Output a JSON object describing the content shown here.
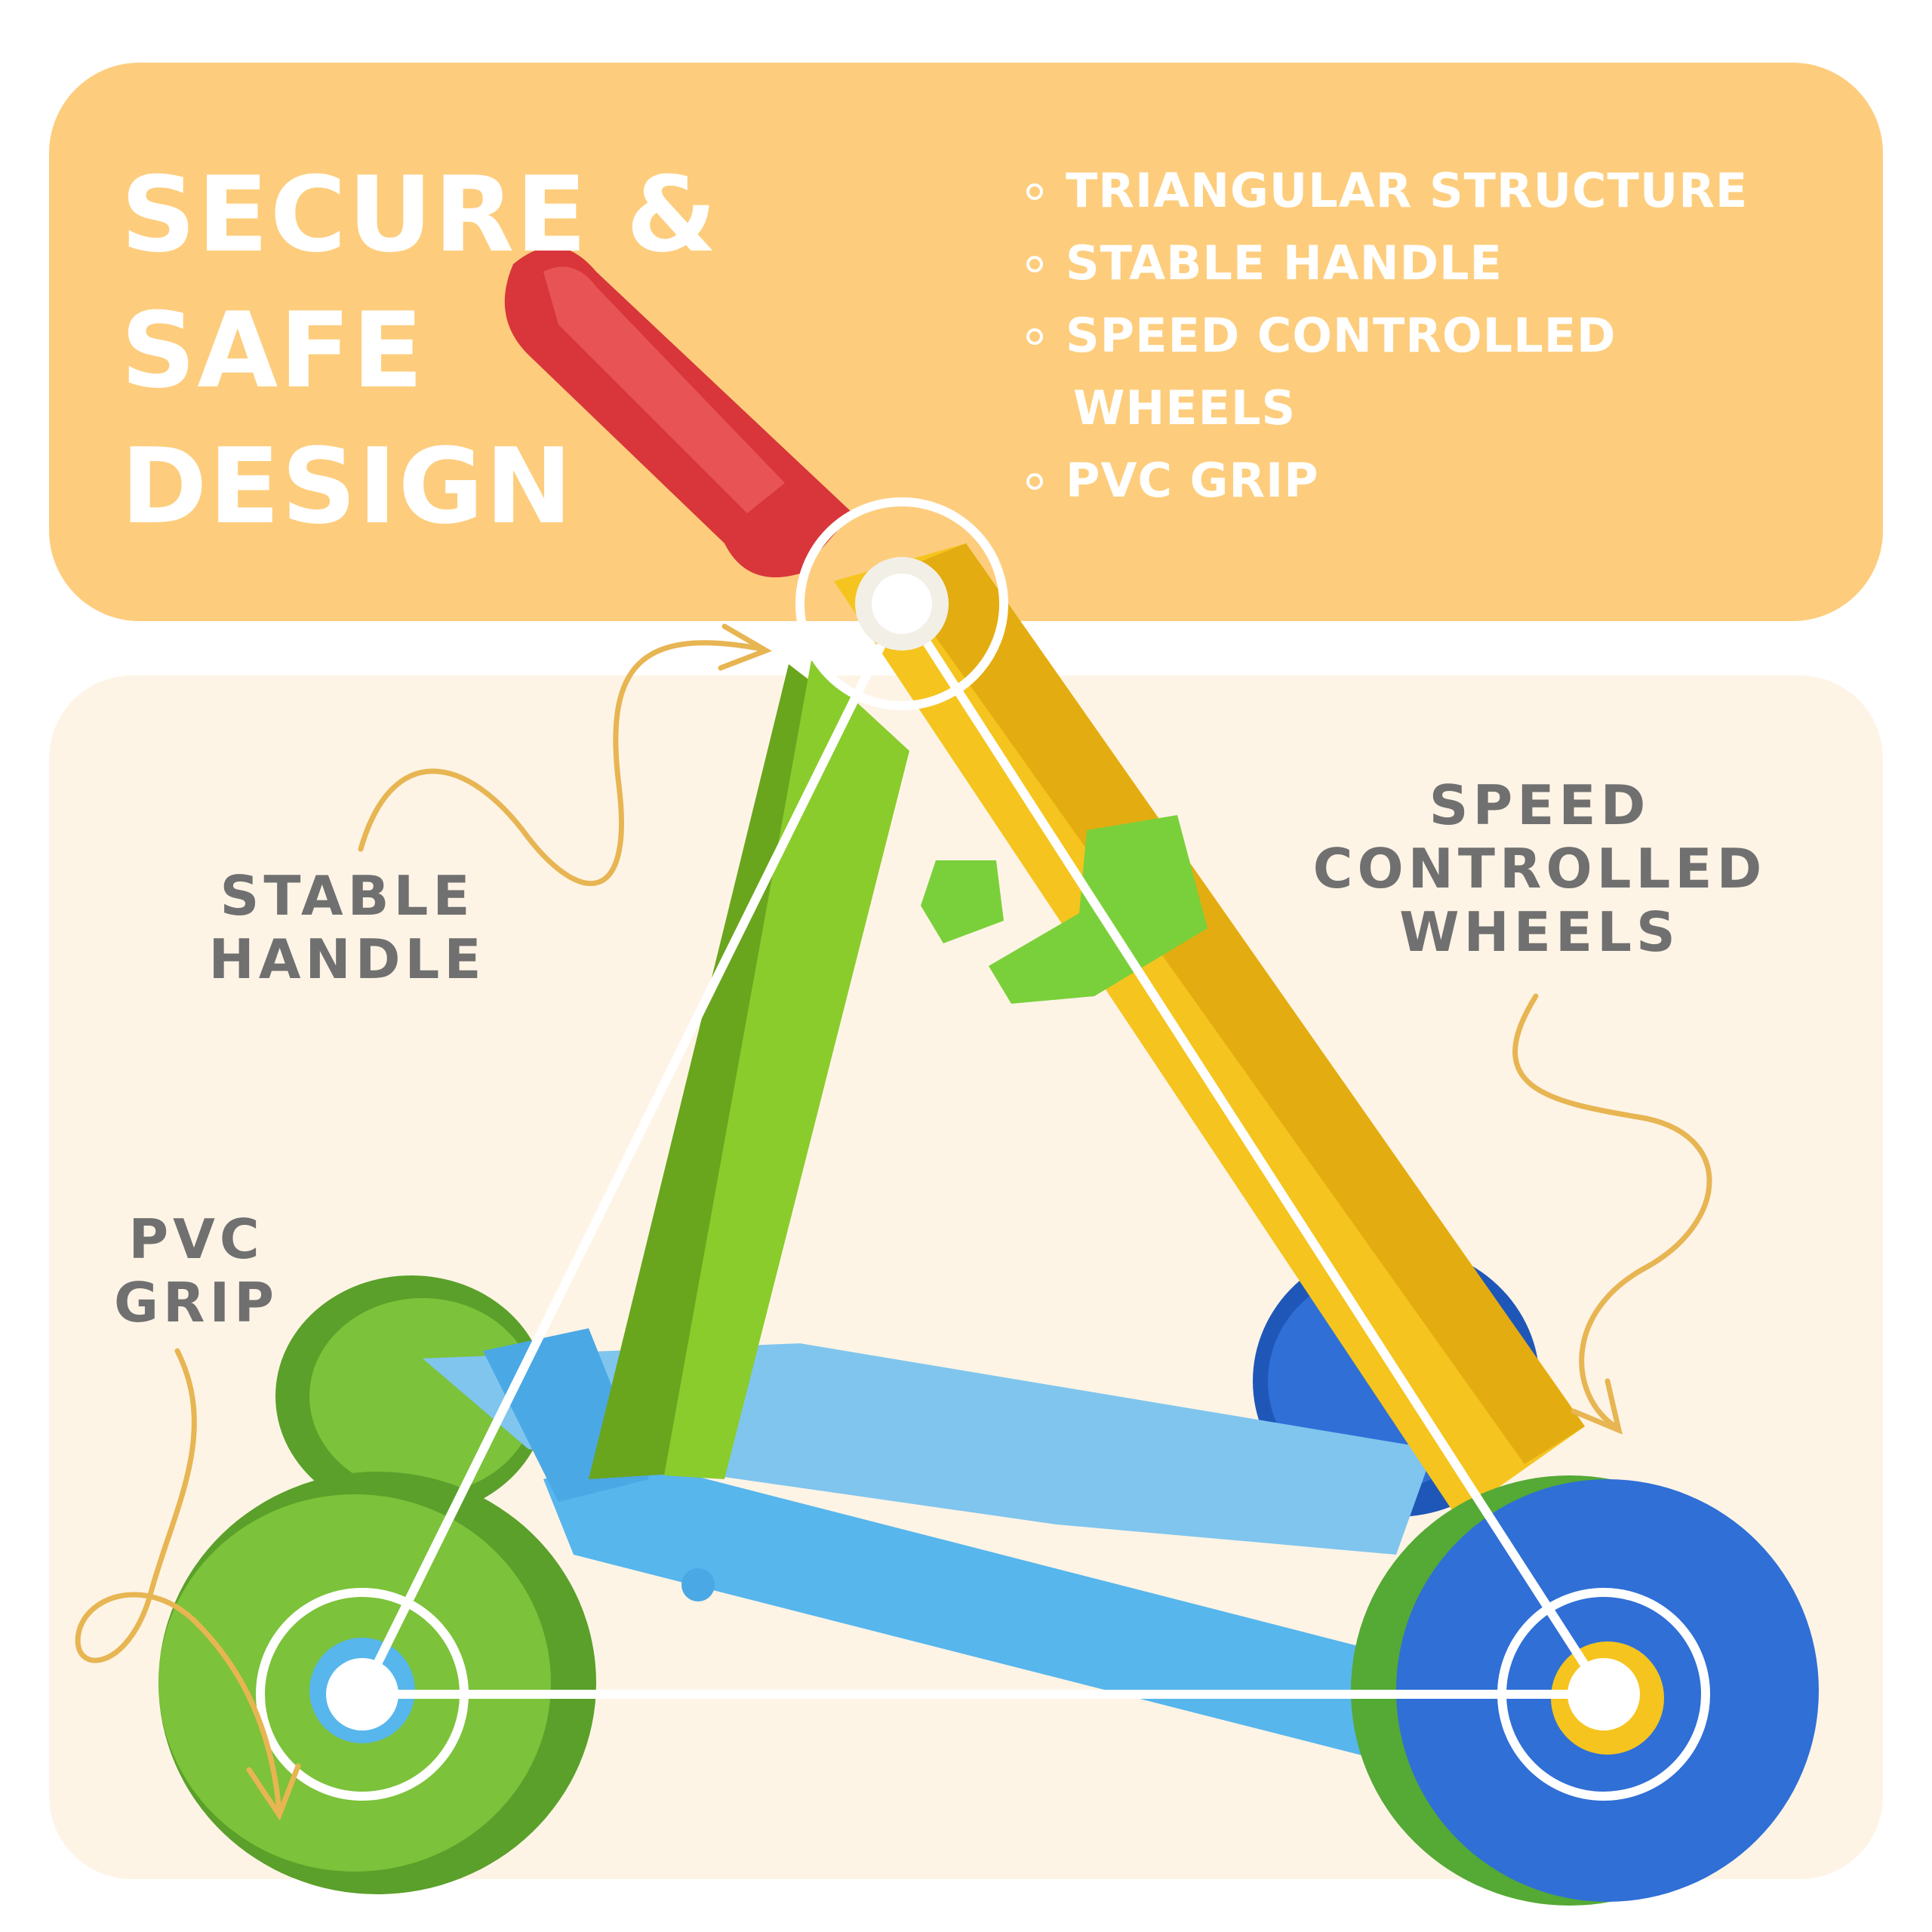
{
  "headline": {
    "line1": "SECURE &",
    "line2": "SAFE",
    "line3": "DESIGN"
  },
  "features": [
    "TRIANGULAR STRUCTURE",
    "STABLE HANDLE",
    "SPEED CONTROLLED",
    "WHEELS",
    "PVC GRIP"
  ],
  "callouts": {
    "stable_handle": {
      "line1": "STABLE",
      "line2": "HANDLE"
    },
    "speed_wheels": {
      "line1": "SPEED",
      "line2": "CONTROLLED",
      "line3": "WHEELS"
    },
    "pvc_grip": {
      "line1": "PVC",
      "line2": "GRIP"
    }
  },
  "colors": {
    "top_panel": "#fdcd7d",
    "bottom_panel": "#fef4e6",
    "callout_text": "#707070",
    "arrow": "#e7b552",
    "handle_red": "#d8363a",
    "frame_yellow": "#f5c41e",
    "frame_green": "#7cbf24",
    "base_blue": "#57b6ec",
    "wheel_green": "#7cc23a",
    "wheel_blue": "#2f6fd6"
  }
}
